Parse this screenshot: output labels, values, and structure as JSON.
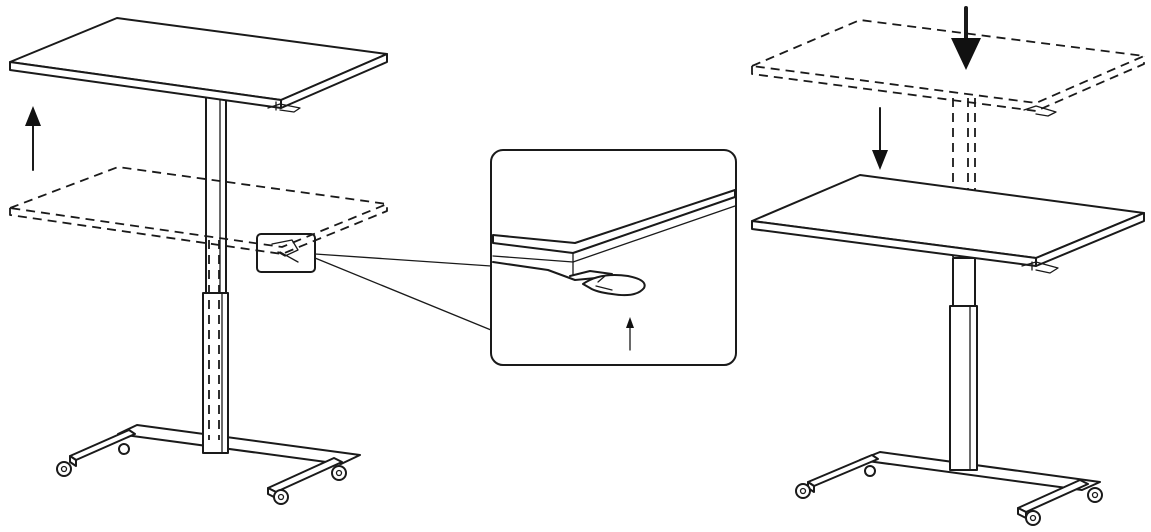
{
  "figure": {
    "panels": [
      {
        "id": "raise",
        "action": "up"
      },
      {
        "id": "lever-detail",
        "action": "pull-lever-up"
      },
      {
        "id": "lower",
        "action": "down"
      }
    ]
  }
}
